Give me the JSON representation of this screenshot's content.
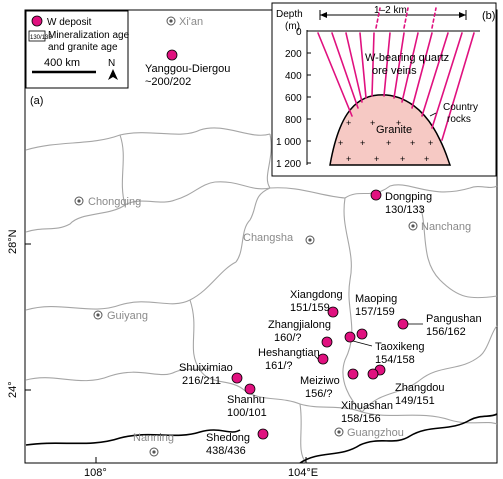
{
  "legend": {
    "deposit_label": "W deposit",
    "age_box_sample": "130/133",
    "age_label_line1": "Mineralization age",
    "age_label_line2": "and granite age",
    "scale_label": "400 km",
    "north_label": "N"
  },
  "panel_a_label": "(a)",
  "panel_b_label": "(b)",
  "cities": [
    {
      "name": "Xi'an"
    },
    {
      "name": "Chongqing"
    },
    {
      "name": "Changsha"
    },
    {
      "name": "Nanchang"
    },
    {
      "name": "Guiyang"
    },
    {
      "name": "Nanning"
    },
    {
      "name": "Guangzhou"
    }
  ],
  "deposits": [
    {
      "name": "Yanggou-Diergou",
      "ages": "~200/202"
    },
    {
      "name": "Dongping",
      "ages": "130/133"
    },
    {
      "name": "Xiangdong",
      "ages": "151/159"
    },
    {
      "name": "Maoping",
      "ages": "157/159"
    },
    {
      "name": "Pangushan",
      "ages": "156/162"
    },
    {
      "name": "Zhangjialong",
      "ages": "160/?"
    },
    {
      "name": "Taoxikeng",
      "ages": "154/158"
    },
    {
      "name": "Heshangtian",
      "ages": "161/?"
    },
    {
      "name": "Shuiximiao",
      "ages": "216/211"
    },
    {
      "name": "Meiziwo",
      "ages": "156/?"
    },
    {
      "name": "Zhangdou",
      "ages": "149/151"
    },
    {
      "name": "Xihuashan",
      "ages": "158/156"
    },
    {
      "name": "Shanhu",
      "ages": "100/101"
    },
    {
      "name": "Shedong",
      "ages": "438/436"
    }
  ],
  "axes": {
    "lat_labels": [
      "28°N",
      "24°"
    ],
    "lon_labels": [
      "108°",
      "104°E"
    ]
  },
  "section": {
    "depth_title_line1": "Depth",
    "depth_title_line2": "(m)",
    "depth_ticks": [
      "0",
      "200",
      "400",
      "600",
      "800",
      "1 000",
      "1 200"
    ],
    "width_label": "1–2 km",
    "veins_label_line1": "W-bearing quartz",
    "veins_label_line2": "ore veins",
    "country_label_line1": "Country",
    "country_label_line2": "rocks",
    "granite_label": "Granite"
  },
  "colors": {
    "deposit": "#e0117f",
    "granite_fill": "#f6c9c4",
    "vein": "#e0117f",
    "city": "#8a8a8a",
    "boundary": "#a6a6a6"
  }
}
